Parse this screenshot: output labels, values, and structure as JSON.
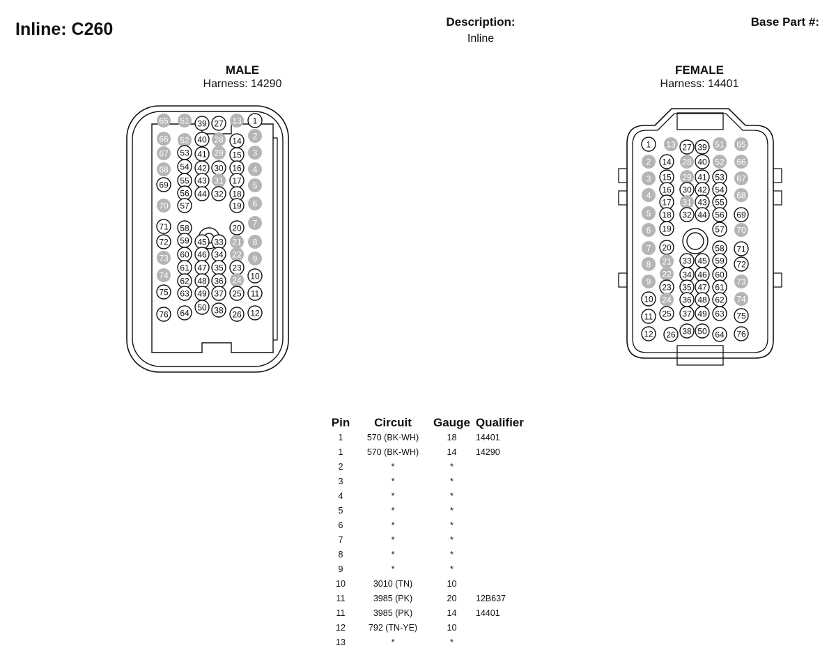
{
  "header": {
    "title": "Inline: C260",
    "description_label": "Description:",
    "description_value": "Inline",
    "base_part_label": "Base Part #:"
  },
  "connectors": {
    "male": {
      "gender": "MALE",
      "harness": "Harness: 14290",
      "pins": [
        {
          "n": "65",
          "filled": true
        },
        {
          "n": "51",
          "filled": true
        },
        {
          "n": "39",
          "filled": false
        },
        {
          "n": "27",
          "filled": false
        },
        {
          "n": "13",
          "filled": true
        },
        {
          "n": "1",
          "filled": false
        },
        {
          "n": "66",
          "filled": true
        },
        {
          "n": "52",
          "filled": true
        },
        {
          "n": "40",
          "filled": false
        },
        {
          "n": "28",
          "filled": true
        },
        {
          "n": "14",
          "filled": false
        },
        {
          "n": "2",
          "filled": true
        },
        {
          "n": "67",
          "filled": true
        },
        {
          "n": "53",
          "filled": false
        },
        {
          "n": "41",
          "filled": false
        },
        {
          "n": "29",
          "filled": true
        },
        {
          "n": "15",
          "filled": false
        },
        {
          "n": "3",
          "filled": true
        },
        {
          "n": "68",
          "filled": true
        },
        {
          "n": "54",
          "filled": false
        },
        {
          "n": "42",
          "filled": false
        },
        {
          "n": "30",
          "filled": false
        },
        {
          "n": "16",
          "filled": false
        },
        {
          "n": "4",
          "filled": true
        },
        {
          "n": "69",
          "filled": false
        },
        {
          "n": "55",
          "filled": false
        },
        {
          "n": "43",
          "filled": false
        },
        {
          "n": "31",
          "filled": true
        },
        {
          "n": "17",
          "filled": false
        },
        {
          "n": "56",
          "filled": false
        },
        {
          "n": "44",
          "filled": false
        },
        {
          "n": "32",
          "filled": false
        },
        {
          "n": "18",
          "filled": false
        },
        {
          "n": "5",
          "filled": true
        },
        {
          "n": "70",
          "filled": true
        },
        {
          "n": "57",
          "filled": false
        },
        {
          "n": "19",
          "filled": false
        },
        {
          "n": "6",
          "filled": true
        },
        {
          "n": "71",
          "filled": false
        },
        {
          "n": "58",
          "filled": false
        },
        {
          "n": "20",
          "filled": false
        },
        {
          "n": "7",
          "filled": true
        },
        {
          "n": "72",
          "filled": false
        },
        {
          "n": "59",
          "filled": false
        },
        {
          "n": "45",
          "filled": false
        },
        {
          "n": "33",
          "filled": false
        },
        {
          "n": "21",
          "filled": true
        },
        {
          "n": "8",
          "filled": true
        },
        {
          "n": "60",
          "filled": false
        },
        {
          "n": "46",
          "filled": false
        },
        {
          "n": "34",
          "filled": false
        },
        {
          "n": "22",
          "filled": true
        },
        {
          "n": "73",
          "filled": true
        },
        {
          "n": "9",
          "filled": true
        },
        {
          "n": "61",
          "filled": false
        },
        {
          "n": "47",
          "filled": false
        },
        {
          "n": "35",
          "filled": false
        },
        {
          "n": "23",
          "filled": false
        },
        {
          "n": "74",
          "filled": true
        },
        {
          "n": "62",
          "filled": false
        },
        {
          "n": "48",
          "filled": false
        },
        {
          "n": "36",
          "filled": false
        },
        {
          "n": "24",
          "filled": true
        },
        {
          "n": "10",
          "filled": false
        },
        {
          "n": "75",
          "filled": false
        },
        {
          "n": "63",
          "filled": false
        },
        {
          "n": "49",
          "filled": false
        },
        {
          "n": "37",
          "filled": false
        },
        {
          "n": "25",
          "filled": false
        },
        {
          "n": "11",
          "filled": false
        },
        {
          "n": "50",
          "filled": false
        },
        {
          "n": "38",
          "filled": false
        },
        {
          "n": "76",
          "filled": false
        },
        {
          "n": "64",
          "filled": false
        },
        {
          "n": "26",
          "filled": false
        },
        {
          "n": "12",
          "filled": false
        }
      ]
    },
    "female": {
      "gender": "FEMALE",
      "harness": "Harness: 14401",
      "pins": [
        {
          "n": "1",
          "filled": false
        },
        {
          "n": "13",
          "filled": true
        },
        {
          "n": "27",
          "filled": false
        },
        {
          "n": "39",
          "filled": false
        },
        {
          "n": "51",
          "filled": true
        },
        {
          "n": "65",
          "filled": true
        },
        {
          "n": "2",
          "filled": true
        },
        {
          "n": "14",
          "filled": false
        },
        {
          "n": "28",
          "filled": true
        },
        {
          "n": "40",
          "filled": false
        },
        {
          "n": "52",
          "filled": true
        },
        {
          "n": "66",
          "filled": true
        },
        {
          "n": "3",
          "filled": true
        },
        {
          "n": "15",
          "filled": false
        },
        {
          "n": "29",
          "filled": true
        },
        {
          "n": "41",
          "filled": false
        },
        {
          "n": "53",
          "filled": false
        },
        {
          "n": "67",
          "filled": true
        },
        {
          "n": "16",
          "filled": false
        },
        {
          "n": "30",
          "filled": false
        },
        {
          "n": "42",
          "filled": false
        },
        {
          "n": "54",
          "filled": false
        },
        {
          "n": "4",
          "filled": true
        },
        {
          "n": "68",
          "filled": true
        },
        {
          "n": "17",
          "filled": false
        },
        {
          "n": "31",
          "filled": true
        },
        {
          "n": "43",
          "filled": false
        },
        {
          "n": "55",
          "filled": false
        },
        {
          "n": "5",
          "filled": true
        },
        {
          "n": "18",
          "filled": false
        },
        {
          "n": "32",
          "filled": false
        },
        {
          "n": "44",
          "filled": false
        },
        {
          "n": "56",
          "filled": false
        },
        {
          "n": "69",
          "filled": false
        },
        {
          "n": "6",
          "filled": true
        },
        {
          "n": "19",
          "filled": false
        },
        {
          "n": "57",
          "filled": false
        },
        {
          "n": "70",
          "filled": true
        },
        {
          "n": "7",
          "filled": true
        },
        {
          "n": "20",
          "filled": false
        },
        {
          "n": "58",
          "filled": false
        },
        {
          "n": "71",
          "filled": false
        },
        {
          "n": "8",
          "filled": true
        },
        {
          "n": "21",
          "filled": true
        },
        {
          "n": "33",
          "filled": false
        },
        {
          "n": "45",
          "filled": false
        },
        {
          "n": "59",
          "filled": false
        },
        {
          "n": "72",
          "filled": false
        },
        {
          "n": "22",
          "filled": true
        },
        {
          "n": "34",
          "filled": false
        },
        {
          "n": "46",
          "filled": false
        },
        {
          "n": "60",
          "filled": false
        },
        {
          "n": "9",
          "filled": true
        },
        {
          "n": "73",
          "filled": true
        },
        {
          "n": "23",
          "filled": false
        },
        {
          "n": "35",
          "filled": false
        },
        {
          "n": "47",
          "filled": false
        },
        {
          "n": "61",
          "filled": false
        },
        {
          "n": "10",
          "filled": false
        },
        {
          "n": "24",
          "filled": true
        },
        {
          "n": "36",
          "filled": false
        },
        {
          "n": "48",
          "filled": false
        },
        {
          "n": "62",
          "filled": false
        },
        {
          "n": "74",
          "filled": true
        },
        {
          "n": "11",
          "filled": false
        },
        {
          "n": "25",
          "filled": false
        },
        {
          "n": "37",
          "filled": false
        },
        {
          "n": "49",
          "filled": false
        },
        {
          "n": "63",
          "filled": false
        },
        {
          "n": "75",
          "filled": false
        },
        {
          "n": "38",
          "filled": false
        },
        {
          "n": "50",
          "filled": false
        },
        {
          "n": "12",
          "filled": false
        },
        {
          "n": "26",
          "filled": false
        },
        {
          "n": "64",
          "filled": false
        },
        {
          "n": "76",
          "filled": false
        }
      ]
    }
  },
  "pin_table": {
    "headers": {
      "pin": "Pin",
      "circuit": "Circuit",
      "gauge": "Gauge",
      "qualifier": "Qualifier"
    },
    "rows": [
      {
        "pin": "1",
        "circuit": "570 (BK-WH)",
        "gauge": "18",
        "qualifier": "14401"
      },
      {
        "pin": "1",
        "circuit": "570 (BK-WH)",
        "gauge": "14",
        "qualifier": "14290"
      },
      {
        "pin": "2",
        "circuit": "*",
        "gauge": "*",
        "qualifier": ""
      },
      {
        "pin": "3",
        "circuit": "*",
        "gauge": "*",
        "qualifier": ""
      },
      {
        "pin": "4",
        "circuit": "*",
        "gauge": "*",
        "qualifier": ""
      },
      {
        "pin": "5",
        "circuit": "*",
        "gauge": "*",
        "qualifier": ""
      },
      {
        "pin": "6",
        "circuit": "*",
        "gauge": "*",
        "qualifier": ""
      },
      {
        "pin": "7",
        "circuit": "*",
        "gauge": "*",
        "qualifier": ""
      },
      {
        "pin": "8",
        "circuit": "*",
        "gauge": "*",
        "qualifier": ""
      },
      {
        "pin": "9",
        "circuit": "*",
        "gauge": "*",
        "qualifier": ""
      },
      {
        "pin": "10",
        "circuit": "3010 (TN)",
        "gauge": "10",
        "qualifier": ""
      },
      {
        "pin": "11",
        "circuit": "3985 (PK)",
        "gauge": "20",
        "qualifier": "12B637"
      },
      {
        "pin": "11",
        "circuit": "3985 (PK)",
        "gauge": "14",
        "qualifier": "14401"
      },
      {
        "pin": "12",
        "circuit": "792 (TN-YE)",
        "gauge": "10",
        "qualifier": ""
      },
      {
        "pin": "13",
        "circuit": "*",
        "gauge": "*",
        "qualifier": ""
      }
    ]
  }
}
